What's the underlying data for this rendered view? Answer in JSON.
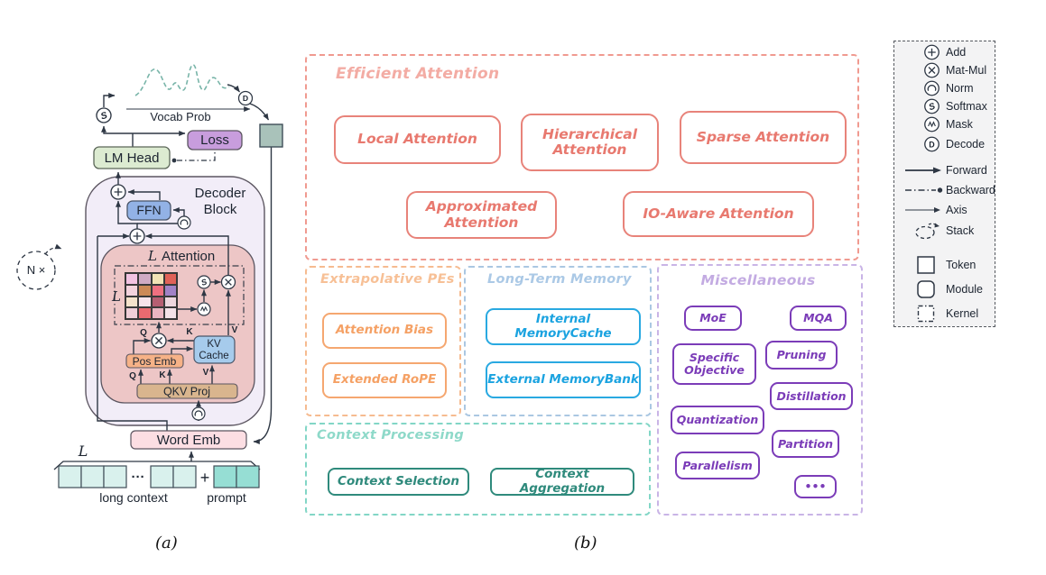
{
  "panel_a": {
    "caption": "(a)",
    "vocab_prob": "Vocab Prob",
    "lm_head": "LM Head",
    "loss": "Loss",
    "decoder_l1": "Decoder",
    "decoder_l2": "Block",
    "ffn": "FFN",
    "attn_l": "L",
    "attn_word": "Attention",
    "matrix_l": "L",
    "stack_label": "N ×",
    "kv_l1": "KV",
    "kv_l2": "Cache",
    "pos_emb": "Pos Emb",
    "qkv_proj": "QKV Proj",
    "word_emb": "Word Emb",
    "q": "Q",
    "k": "K",
    "v": "V",
    "seq_l": "L",
    "ellipsis": "···",
    "plus": "+",
    "long_context": "long context",
    "prompt": "prompt",
    "matrix_colors": [
      [
        "#f2c3e2",
        "#cfabc4",
        "#f2e3b5",
        "#e06258"
      ],
      [
        "#f3d3dd",
        "#cc8a57",
        "#ee7080",
        "#a182c6"
      ],
      [
        "#f5e3cb",
        "#f7e3ea",
        "#b55f72",
        "#edd7de"
      ],
      [
        "#f0cfd8",
        "#ea6a70",
        "#eab6c2",
        "#f3e2e8"
      ]
    ]
  },
  "panel_b": {
    "caption": "(b)",
    "efficient_attention": {
      "title": "Efficient Attention",
      "items": [
        "Local Attention",
        "Hierarchical Attention",
        "Sparse Attention",
        "Approximated Attention",
        "IO-Aware Attention"
      ]
    },
    "extrapolative_pes": {
      "title": "Extrapolative PEs",
      "items": [
        "Attention Bias",
        "Extended RoPE"
      ]
    },
    "long_term_memory": {
      "title": "Long-Term Memory",
      "items": [
        "Internal MemoryCache",
        "External MemoryBank"
      ]
    },
    "context_processing": {
      "title": "Context Processing",
      "items": [
        "Context Selection",
        "Context Aggregation"
      ]
    },
    "miscellaneous": {
      "title": "Miscellaneous",
      "items": [
        "MoE",
        "MQA",
        "Specific Objective",
        "Pruning",
        "Distillation",
        "Quantization",
        "Partition",
        "Parallelism",
        "•••"
      ]
    }
  },
  "legend": {
    "items": [
      {
        "icon": "add-icon",
        "label": "Add"
      },
      {
        "icon": "matmul-icon",
        "label": "Mat-Mul"
      },
      {
        "icon": "norm-icon",
        "label": "Norm"
      },
      {
        "icon": "softmax-icon",
        "label": "Softmax"
      },
      {
        "icon": "mask-icon",
        "label": "Mask"
      },
      {
        "icon": "decode-icon",
        "label": "Decode"
      },
      {
        "icon": "forward-arrow",
        "label": "Forward"
      },
      {
        "icon": "backward-arrow",
        "label": "Backward"
      },
      {
        "icon": "axis-arrow",
        "label": "Axis"
      },
      {
        "icon": "stack-icon",
        "label": "Stack"
      },
      {
        "icon": "token-shape",
        "label": "Token"
      },
      {
        "icon": "module-shape",
        "label": "Module"
      },
      {
        "icon": "kernel-shape",
        "label": "Kernel"
      }
    ]
  },
  "colors": {
    "efficient_attention": "#e8837a",
    "extrapolative_pes": "#f5a770",
    "long_term_memory": "#29a9e1",
    "context_processing": "#2f8a7c",
    "miscellaneous": "#7b3cb8",
    "vocab_curve": "#79b5a9"
  }
}
